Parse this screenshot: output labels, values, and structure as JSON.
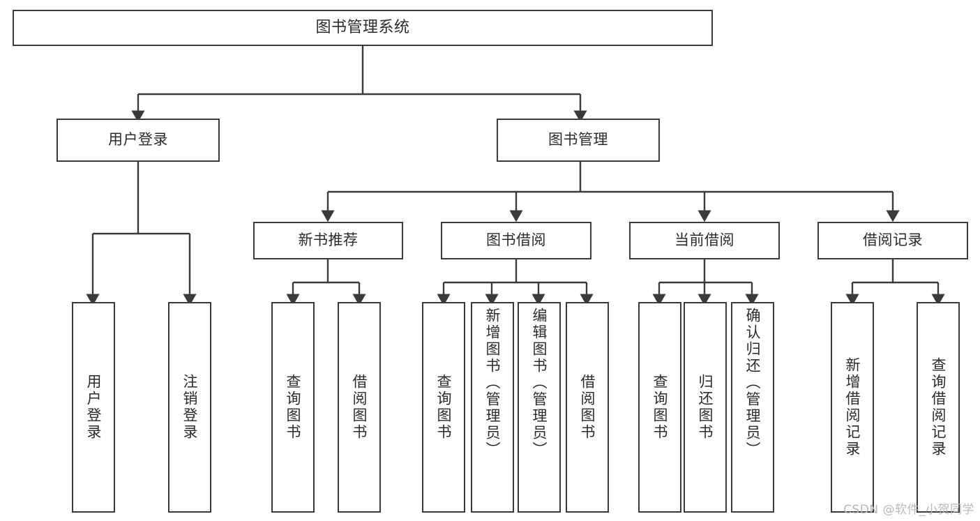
{
  "diagram": {
    "type": "tree",
    "title": "图书管理系统",
    "stroke_color": "#3a3a3a",
    "text_color": "#2b2b2b",
    "background": "#ffffff",
    "root": {
      "label": "图书管理系统"
    },
    "level2": [
      {
        "label": "用户登录"
      },
      {
        "label": "图书管理"
      }
    ],
    "level3": [
      {
        "label": "新书推荐"
      },
      {
        "label": "图书借阅"
      },
      {
        "label": "当前借阅"
      },
      {
        "label": "借阅记录"
      }
    ],
    "leaves": {
      "user_login": [
        {
          "label": "用户登录"
        },
        {
          "label": "注销登录"
        }
      ],
      "new_book_recommend": [
        {
          "label": "查询图书"
        },
        {
          "label": "借阅图书"
        }
      ],
      "book_borrow": [
        {
          "label": "查询图书"
        },
        {
          "label": "新增图书（管理员）"
        },
        {
          "label": "编辑图书（管理员）"
        },
        {
          "label": "借阅图书"
        }
      ],
      "current_borrow": [
        {
          "label": "查询图书"
        },
        {
          "label": "归还图书"
        },
        {
          "label": "确认归还（管理员）"
        }
      ],
      "borrow_record": [
        {
          "label": "新增借阅记录"
        },
        {
          "label": "查询借阅记录"
        }
      ]
    }
  },
  "watermark": {
    "text": "CSDN @软件_小贺同学"
  }
}
